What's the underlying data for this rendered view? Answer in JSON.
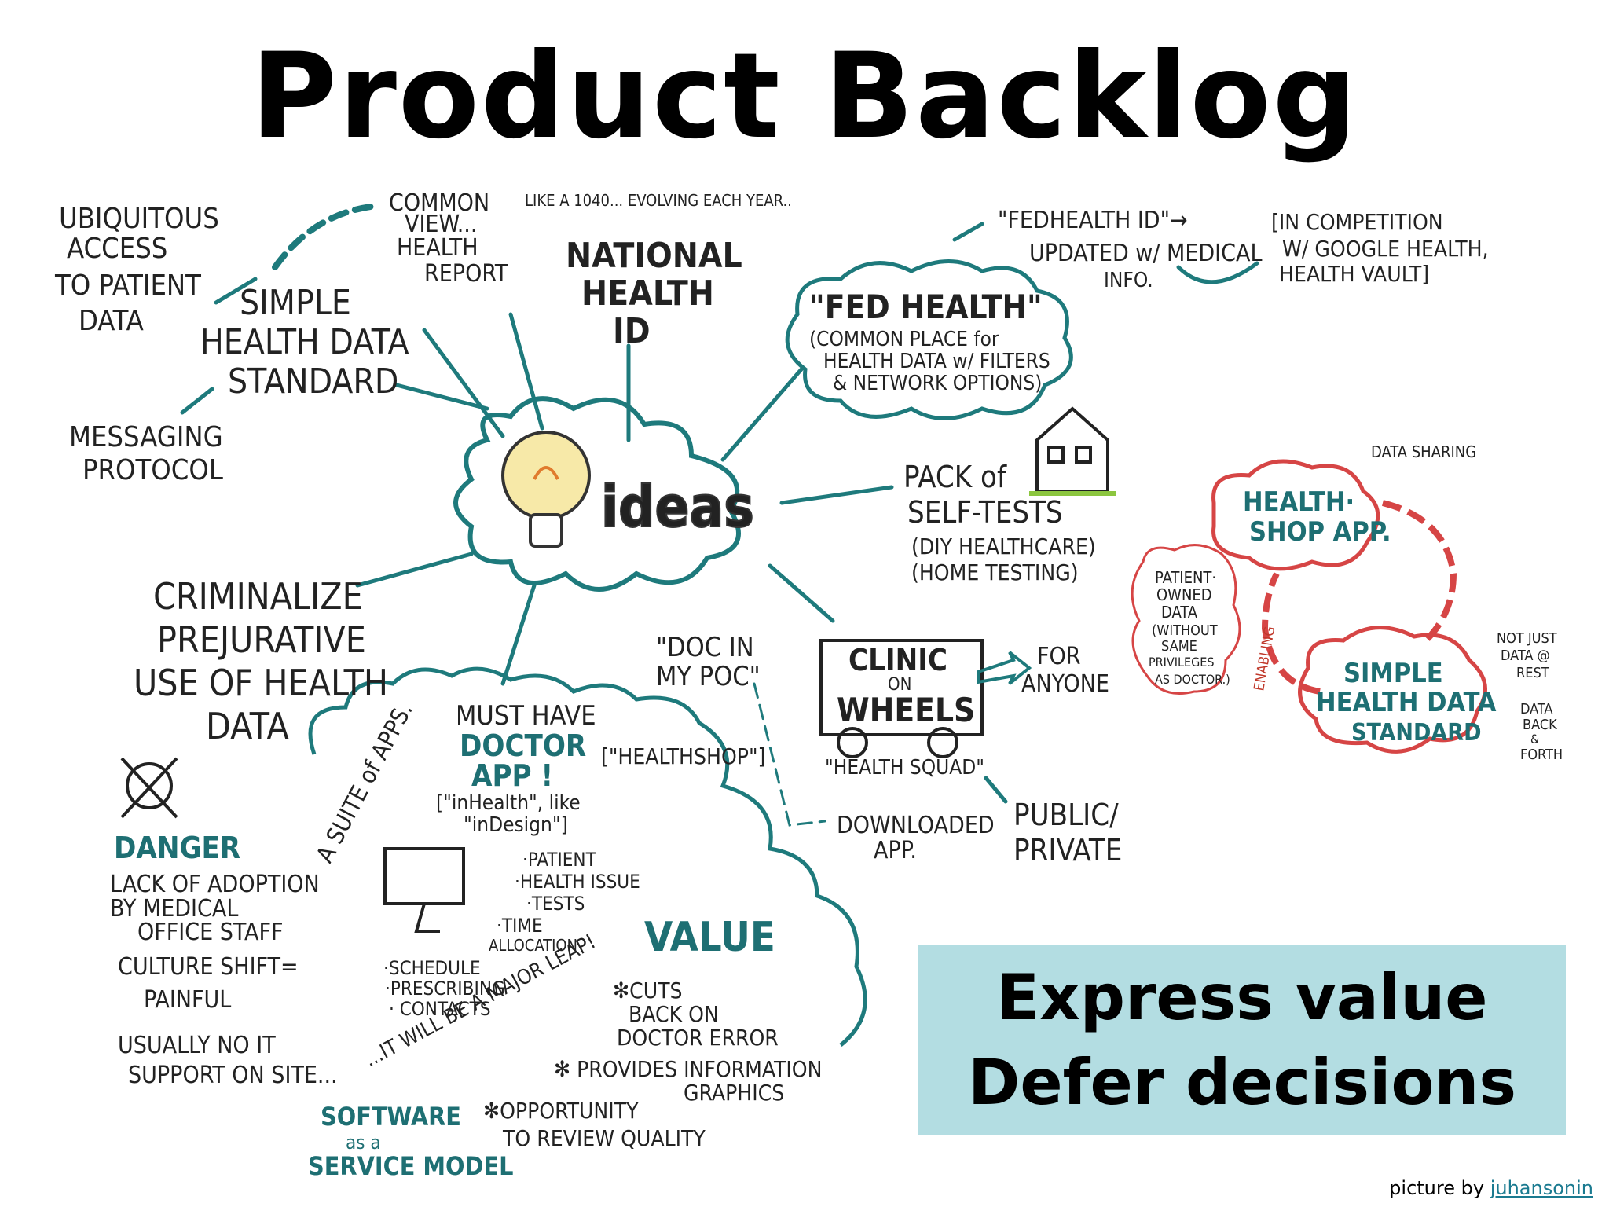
{
  "title": "Product Backlog",
  "center": {
    "label": "ideas",
    "icon": "lightbulb-icon"
  },
  "nodes": {
    "ubiquitous": [
      "UBIQUITOUS",
      "ACCESS",
      "TO PATIENT",
      "DATA"
    ],
    "common_view": [
      "COMMON",
      "VIEW...",
      "HEALTH",
      "REPORT"
    ],
    "like_1040": "LIKE A 1040... EVOLVING EACH YEAR..",
    "simple_standard": [
      "SIMPLE",
      "HEALTH DATA",
      "STANDARD"
    ],
    "messaging": [
      "MESSAGING",
      "PROTOCOL"
    ],
    "national_id": [
      "NATIONAL",
      "HEALTH",
      "ID"
    ],
    "fedhealth_id": [
      "\"FEDHEALTH ID\"→",
      "UPDATED w/ MEDICAL",
      "INFO."
    ],
    "competition": [
      "[IN COMPETITION",
      "W/ GOOGLE HEALTH,",
      "HEALTH VAULT]"
    ],
    "fed_health": [
      "\"FED HEALTH\"",
      "(COMMON PLACE for",
      "HEALTH DATA w/ FILTERS",
      "& NETWORK OPTIONS)"
    ],
    "self_tests": [
      "PACK of",
      "SELF-TESTS",
      "(DIY HEALTHCARE)",
      "(HOME TESTING)"
    ],
    "criminalize": [
      "CRIMINALIZE",
      "PREJURATIVE",
      "USE OF HEALTH",
      "DATA"
    ],
    "doc_in_poc": [
      "\"DOC IN",
      "MY POC\""
    ],
    "clinic": [
      "CLINIC",
      "ON",
      "WHEELS"
    ],
    "for_anyone": [
      "FOR",
      "ANYONE"
    ],
    "health_squad": "\"HEALTH SQUAD\"",
    "downloaded": [
      "DOWNLOADED",
      "APP."
    ],
    "public_private": [
      "PUBLIC/",
      "PRIVATE"
    ],
    "suite": "A SUITE of APPS.",
    "must_have": [
      "MUST HAVE",
      "DOCTOR",
      "APP !"
    ],
    "inhealth": [
      "[\"inHealth\", like",
      "\"inDesign\"]"
    ],
    "healthshop": "[\"HEALTHSHOP\"]",
    "features": [
      "·PATIENT",
      "·HEALTH ISSUE",
      "·TESTS",
      "·TIME",
      "ALLOCATION"
    ],
    "schedule": [
      "·SCHEDULE",
      "·PRESCRIBING",
      "· CONTACTS"
    ],
    "major_leap": "...IT WILL BE A MAJOR LEAP!",
    "value": "VALUE",
    "cuts": [
      "✻CUTS",
      "BACK ON",
      "DOCTOR ERROR"
    ],
    "provides": [
      "✻ PROVIDES INFORMATION",
      "GRAPHICS"
    ],
    "opportunity": [
      "✻OPPORTUNITY",
      "TO REVIEW QUALITY"
    ],
    "software": [
      "SOFTWARE",
      "as a",
      "SERVICE MODEL"
    ],
    "danger": "DANGER",
    "danger_items": [
      "LACK OF ADOPTION",
      "BY MEDICAL",
      "OFFICE STAFF",
      "CULTURE SHIFT=",
      "PAINFUL",
      "USUALLY NO IT",
      "SUPPORT ON SITE..."
    ],
    "data_sharing": "DATA SHARING",
    "health_shop_app": [
      "HEALTH·",
      "SHOP APP."
    ],
    "patient_owned": [
      "PATIENT·",
      "OWNED",
      "DATA",
      "(WITHOUT",
      "SAME",
      "PRIVILEGES",
      "AS DOCTOR.)"
    ],
    "enabling": "ENABLING",
    "simple_standard_red": [
      "SIMPLE",
      "HEALTH DATA",
      "STANDARD"
    ],
    "not_just": [
      "NOT JUST",
      "DATA @",
      "REST"
    ],
    "data_back": [
      "DATA",
      "BACK",
      "&",
      "FORTH"
    ]
  },
  "callout": [
    "Express value",
    "Defer decisions"
  ],
  "credit": {
    "prefix": "picture by",
    "link": "juhansonin"
  },
  "colors": {
    "teal": "#1e7a7c",
    "red": "#d64545",
    "callout_bg": "#b3dde2",
    "ink": "#1a1a1a"
  }
}
